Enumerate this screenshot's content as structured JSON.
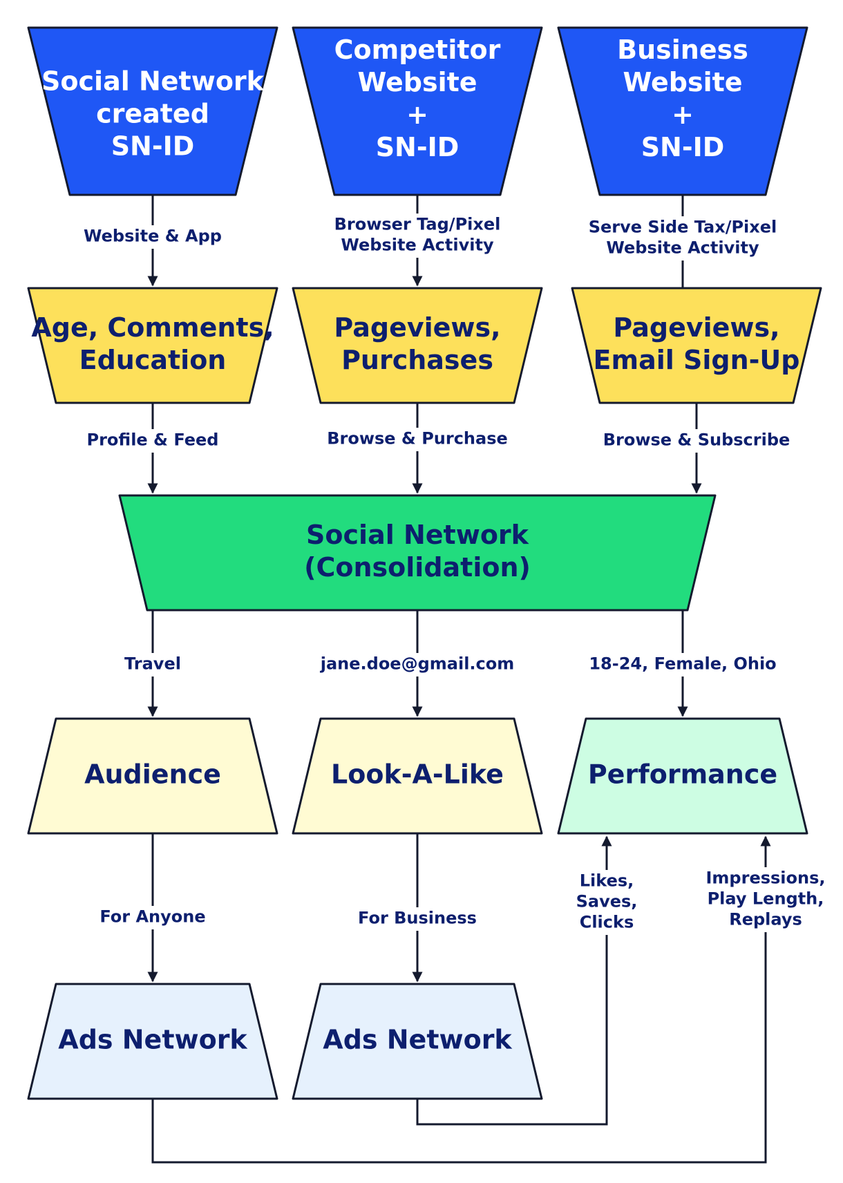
{
  "colors": {
    "source_fill": "#1f57f5",
    "source_text": "#ffffff",
    "data_fill": "#fde05b",
    "hub_fill": "#22dc7e",
    "target_fill": "#fffbd3",
    "performance_fill": "#cdfde3",
    "network_fill": "#e6f1fd",
    "dark_text": "#0d1f6e",
    "outline": "#141a2e"
  },
  "nodes": {
    "sn_created": {
      "lines": [
        "Social Network",
        "created",
        "SN-ID"
      ]
    },
    "competitor": {
      "lines": [
        "Competitor",
        "Website",
        "+",
        "SN-ID"
      ]
    },
    "business": {
      "lines": [
        "Business",
        "Website",
        "+",
        "SN-ID"
      ]
    },
    "age_comments": {
      "lines": [
        "Age, Comments,",
        "Education"
      ]
    },
    "pageviews_purchases": {
      "lines": [
        "Pageviews,",
        "Purchases"
      ]
    },
    "pageviews_email": {
      "lines": [
        "Pageviews,",
        "Email Sign-Up"
      ]
    },
    "consolidation": {
      "lines": [
        "Social Network",
        "(Consolidation)"
      ]
    },
    "audience": {
      "lines": [
        "Audience"
      ]
    },
    "lookalike": {
      "lines": [
        "Look-A-Like"
      ]
    },
    "performance": {
      "lines": [
        "Performance"
      ]
    },
    "ads_network_1": {
      "lines": [
        "Ads Network"
      ]
    },
    "ads_network_2": {
      "lines": [
        "Ads Network"
      ]
    }
  },
  "edges": {
    "website_app": {
      "lines": [
        "Website & App"
      ]
    },
    "browser_tag": {
      "lines": [
        "Browser Tag/Pixel",
        "Website Activity"
      ]
    },
    "serve_side": {
      "lines": [
        "Serve Side Tax/Pixel",
        "Website Activity"
      ]
    },
    "profile_feed": {
      "lines": [
        "Profile & Feed"
      ]
    },
    "browse_purchase": {
      "lines": [
        "Browse & Purchase"
      ]
    },
    "browse_subscribe": {
      "lines": [
        "Browse & Subscribe"
      ]
    },
    "travel": {
      "lines": [
        "Travel"
      ]
    },
    "email": {
      "lines": [
        "jane.doe@gmail.com"
      ]
    },
    "demographics": {
      "lines": [
        "18-24, Female, Ohio"
      ]
    },
    "for_anyone": {
      "lines": [
        "For Anyone"
      ]
    },
    "for_business": {
      "lines": [
        "For Business"
      ]
    },
    "likes": {
      "lines": [
        "Likes,",
        "Saves,",
        "Clicks"
      ]
    },
    "impressions": {
      "lines": [
        "Impressions,",
        "Play Length,",
        "Replays"
      ]
    }
  }
}
